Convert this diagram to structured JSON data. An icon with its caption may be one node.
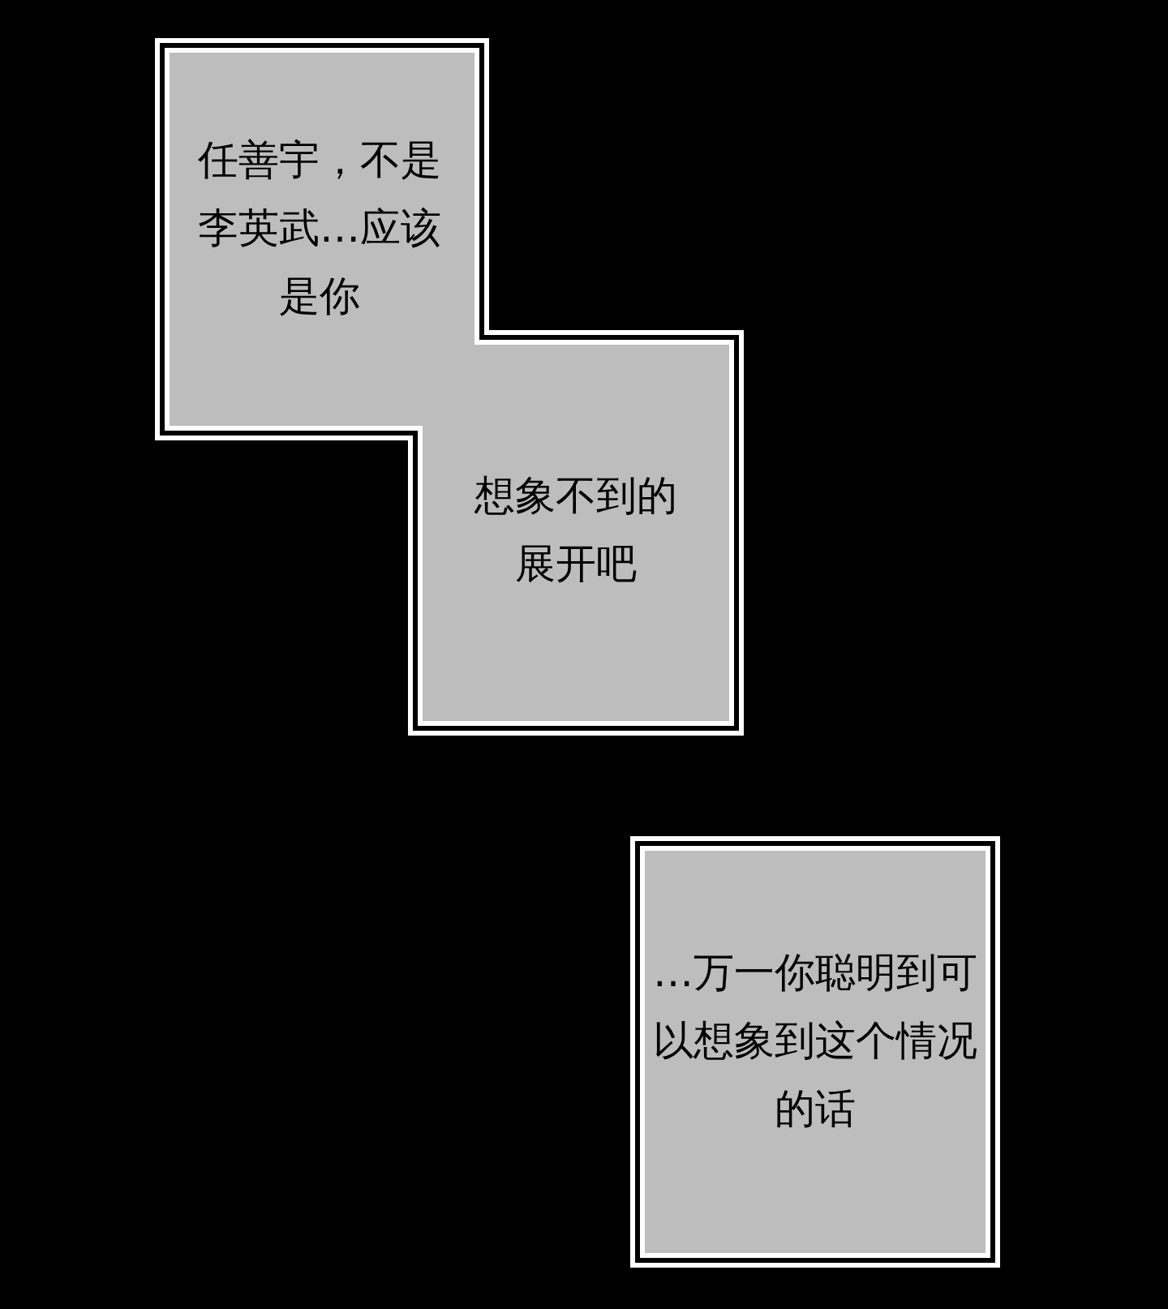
{
  "diagram": {
    "nodes": [
      {
        "text": [
          "任善宇，不是李英武…应该是你",
          "想象不到的展开吧"
        ]
      },
      {
        "text": [
          "…万一你聪明到可以想象到这个情况的话"
        ]
      }
    ]
  }
}
